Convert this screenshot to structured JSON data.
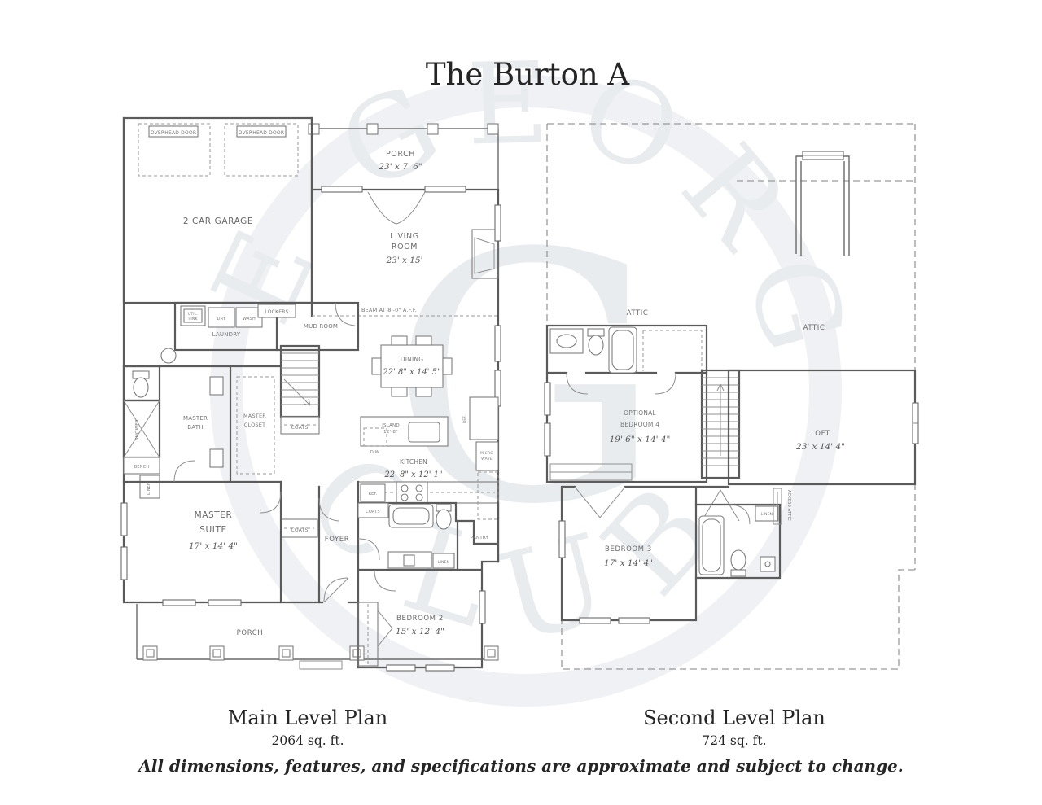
{
  "title": "The Burton A",
  "watermark": {
    "arc_top": "THE GEORGIA",
    "arc_bottom": "CLUB",
    "monogram": "G"
  },
  "captions": {
    "main": {
      "title": "Main Level Plan",
      "area": "2064 sq. ft."
    },
    "second": {
      "title": "Second Level Plan",
      "area": "724 sq. ft."
    },
    "disclaimer": "All dimensions, features, and specifications are approximate and subject to change."
  },
  "main": {
    "overhead_door_left": "OVERHEAD DOOR",
    "overhead_door_right": "OVERHEAD DOOR",
    "garage": "2 CAR GARAGE",
    "porch": {
      "name": "PORCH",
      "dims": "23' x 7' 6\""
    },
    "living": {
      "line1": "LIVING",
      "line2": "ROOM",
      "dims": "23' x 15'"
    },
    "beam_note": "BEAM AT 8'-0\" A.F.F.",
    "laundry": "LAUNDRY",
    "mud_room": "MUD ROOM",
    "lockers": "LOCKERS",
    "util_sink": {
      "line1": "UTIL.",
      "line2": "SINK"
    },
    "dryer": "DRY",
    "washer": "WASH",
    "shower": "SHOWER",
    "bench": "BENCH",
    "linen_master": "LINEN",
    "master_bath": {
      "line1": "MASTER",
      "line2": "BATH"
    },
    "master_closet": {
      "line1": "MASTER",
      "line2": "CLOSET"
    },
    "coats_stair": "COATS",
    "coats_hall": "COATS",
    "coats_bath": "COATS",
    "master_suite": {
      "line1": "MASTER",
      "line2": "SUITE",
      "dims": "17' x 14' 4\""
    },
    "foyer": "FOYER",
    "dining": {
      "name": "DINING",
      "dims": "22' 8\" x 14' 5\""
    },
    "island": {
      "name": "ISLAND",
      "dims": "12'-8\""
    },
    "dishwasher": "D.W.",
    "kitchen": {
      "name": "KITCHEN",
      "dims": "22' 8\" x 12' 1\""
    },
    "ref_counter": "REF.",
    "ref_wall": "REF.",
    "microwave": {
      "line1": "MICRO",
      "line2": "WAVE"
    },
    "pantry": "PANTRY",
    "linen_bath": "LINEN",
    "bedroom2": {
      "name": "BEDROOM 2",
      "dims": "15' x 12' 4\""
    },
    "porch_front": "PORCH"
  },
  "second": {
    "attic_left": "ATTIC",
    "attic_right": "ATTIC",
    "bedroom4": {
      "line1": "OPTIONAL",
      "line2": "BEDROOM 4",
      "dims": "19' 6\" x 14' 4\""
    },
    "loft": {
      "name": "LOFT",
      "dims": "23' x 14' 4\""
    },
    "bedroom3": {
      "name": "BEDROOM 3",
      "dims": "17' x 14' 4\""
    },
    "linen": "LINEN",
    "attic_access": "ACCESS ATTIC"
  }
}
